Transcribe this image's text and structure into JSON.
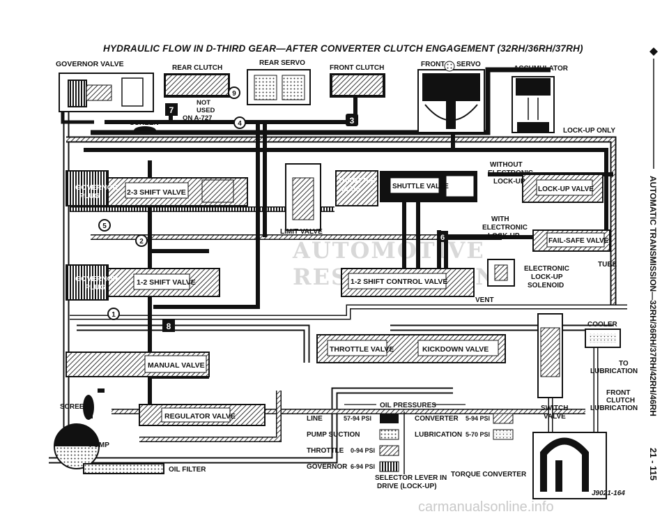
{
  "title": "HYDRAULIC FLOW IN D-THIRD GEAR—AFTER CONVERTER CLUTCH ENGAGEMENT (32RH/36RH/37RH)",
  "side_header": "AUTOMATIC TRANSMISSION—32RH/36RH/37RH/42RH/46RH",
  "page_number": "21 - 115",
  "figure_id": "J9021-164",
  "watermark": "carmanualsonline.info",
  "background_mark": "AUTOMOTIVE RESTORATION",
  "labels": {
    "governor_valve": "GOVERNOR VALVE",
    "rear_clutch": "REAR CLUTCH",
    "rear_servo": "REAR SERVO",
    "front_clutch": "FRONT CLUTCH",
    "front": "FRONT",
    "servo": "SERVO",
    "accumulator": "ACCUMULATOR",
    "lockup_only": "LOCK-UP ONLY",
    "not_used_1": "NOT",
    "not_used_2": "USED",
    "not_used_3": "ON A-727",
    "screen_top": "SCREEN",
    "governor_plug_1a": "GOVERNOR",
    "governor_plug_1b": "PLUG",
    "shift_23": "2-3 SHIFT VALVE",
    "throttle_plug_a": "THROTTLE",
    "throttle_plug_b": "PLUG",
    "shuttle_valve": "SHUTTLE VALVE",
    "without_a": "WITHOUT",
    "without_b": "ELECTRONIC",
    "without_c": "LOCK-UP",
    "lockup_valve": "LOCK-UP VALVE",
    "limit_valve": "LIMIT VALVE",
    "with_a": "WITH",
    "with_b": "ELECTRONIC",
    "with_c": "LOCK-UP",
    "failsafe": "FAIL-SAFE VALVE",
    "tube": "TUBE",
    "governor_plug_2a": "GOVERNOR",
    "governor_plug_2b": "PLUG",
    "shift_12": "1-2 SHIFT VALVE",
    "shift_12_control": "1-2 SHIFT CONTROL VALVE",
    "solenoid_a": "ELECTRONIC",
    "solenoid_b": "LOCK-UP",
    "solenoid_c": "SOLENOID",
    "vent": "VENT",
    "cooler": "COOLER",
    "manual_valve": "MANUAL VALVE",
    "throttle_valve": "THROTTLE VALVE",
    "kickdown_valve": "KICKDOWN VALVE",
    "to_lub_a": "TO",
    "to_lub_b": "LUBRICATION",
    "screen_bottom": "SCREEN",
    "regulator": "REGULATOR VALVE",
    "front_clutch_lub_a": "FRONT",
    "front_clutch_lub_b": "CLUTCH",
    "front_clutch_lub_c": "LUBRICATION",
    "switch_valve_a": "SWITCH",
    "switch_valve_b": "VALVE",
    "pump": "PUMP",
    "oil_filter": "OIL FILTER",
    "torque_converter": "TORQUE CONVERTER",
    "selector_a": "SELECTOR LEVER IN",
    "selector_b": "DRIVE (LOCK-UP)",
    "badge_1": "1",
    "badge_2": "2",
    "badge_3": "3",
    "badge_4": "4",
    "badge_5": "5",
    "badge_6": "6",
    "badge_7": "7",
    "badge_8": "8",
    "badge_9": "9"
  },
  "legend": {
    "heading": "OIL PRESSURES",
    "items": [
      {
        "name": "LINE",
        "range": "57-94 PSI",
        "pattern": "solid"
      },
      {
        "name": "PUMP SUCTION",
        "range": "",
        "pattern": "dots"
      },
      {
        "name": "THROTTLE",
        "range": "0-94 PSI",
        "pattern": "diag"
      },
      {
        "name": "GOVERNOR",
        "range": "6-94 PSI",
        "pattern": "vert"
      },
      {
        "name": "CONVERTER",
        "range": "5-94 PSI",
        "pattern": "diag"
      },
      {
        "name": "LUBRICATION",
        "range": "5-70 PSI",
        "pattern": "grid"
      }
    ]
  },
  "colors": {
    "line": "#111111",
    "paper": "#ffffff",
    "hatch": "#555555"
  }
}
